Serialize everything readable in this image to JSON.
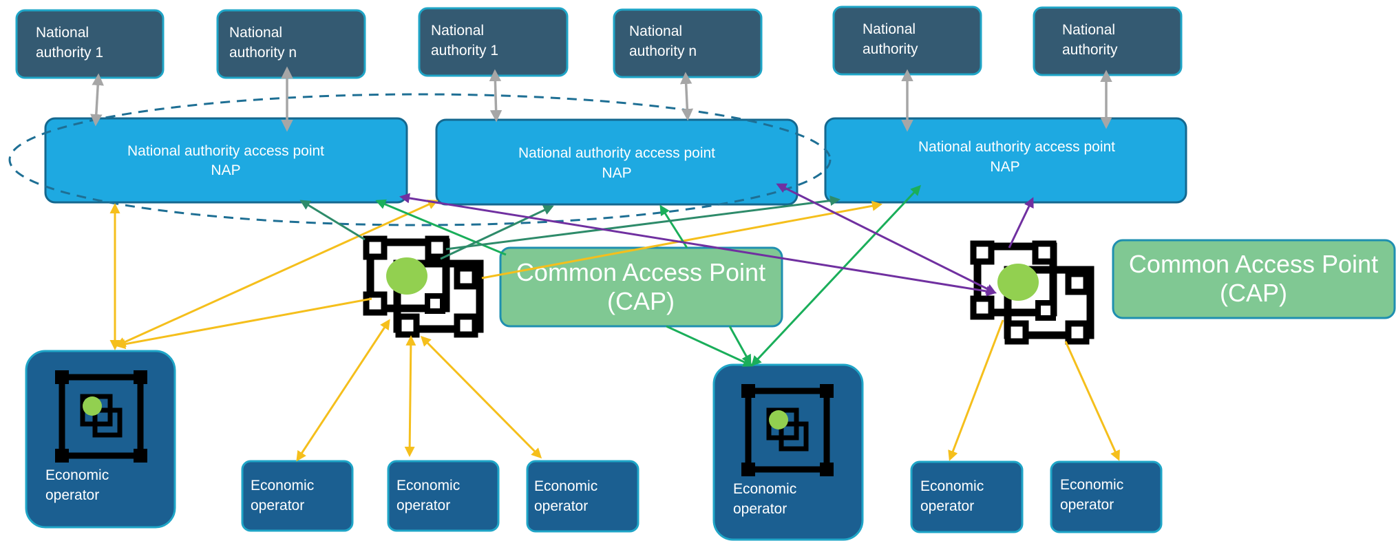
{
  "national_authorities": [
    {
      "line1": "National",
      "line2": "authority 1"
    },
    {
      "line1": "National",
      "line2": "authority n"
    },
    {
      "line1": "National",
      "line2": "authority 1"
    },
    {
      "line1": "National",
      "line2": "authority n"
    },
    {
      "line1": "National",
      "line2": "authority"
    },
    {
      "line1": "National",
      "line2": "authority"
    }
  ],
  "access_points": [
    {
      "line1": "National authority access point",
      "line2": "NAP"
    },
    {
      "line1": "National authority access point",
      "line2": "NAP"
    },
    {
      "line1": "National authority access point",
      "line2": "NAP"
    }
  ],
  "common_access_points": [
    {
      "line1": "Common Access Point",
      "line2": "(CAP)"
    },
    {
      "line1": "Common Access Point",
      "line2": "(CAP)"
    }
  ],
  "economic_operators": [
    {
      "line1": "Economic",
      "line2": "operator"
    },
    {
      "line1": "Economic",
      "line2": "operator"
    },
    {
      "line1": "Economic",
      "line2": "operator"
    },
    {
      "line1": "Economic",
      "line2": "operator"
    },
    {
      "line1": "Economic",
      "line2": "operator"
    },
    {
      "line1": "Economic",
      "line2": "operator"
    },
    {
      "line1": "Economic",
      "line2": "operator"
    }
  ],
  "colors": {
    "authority_box": "#345a72",
    "nap_box": "#1ea9e1",
    "cap_box": "#80c893",
    "operator_box": "#1b5f91",
    "arrow_grey": "#a6a6a6",
    "arrow_yellow": "#f5bf1c",
    "arrow_green": "#1aae5a",
    "arrow_teal": "#2e8b6a",
    "arrow_purple": "#7030a0",
    "hub_dot": "#92d050",
    "hub_frame": "#000000",
    "ellipse_dash": "#1e6f94"
  }
}
